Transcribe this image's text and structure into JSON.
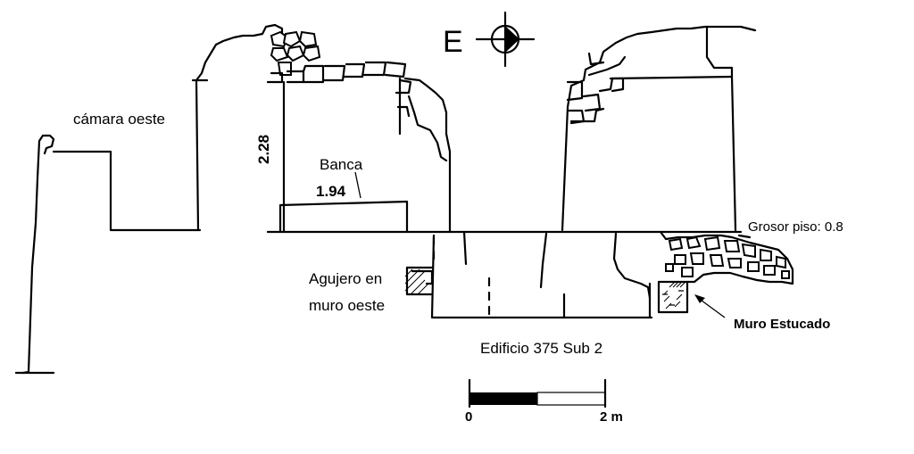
{
  "labels": {
    "camara_oeste": "cámara oeste",
    "height_dim": "2.28",
    "banca": "Banca",
    "banca_dim": "1.94",
    "grosor_piso": "Grosor piso: 0.8",
    "agujero_line1": "Agujero en",
    "agujero_line2": "muro oeste",
    "muro_estucado": "Muro Estucado",
    "edificio": "Edificio 375 Sub 2",
    "north_letter": "E"
  },
  "scale_bar": {
    "start_label": "0",
    "end_label": "2 m"
  },
  "icons": {
    "compass": "north-arrow-icon"
  }
}
